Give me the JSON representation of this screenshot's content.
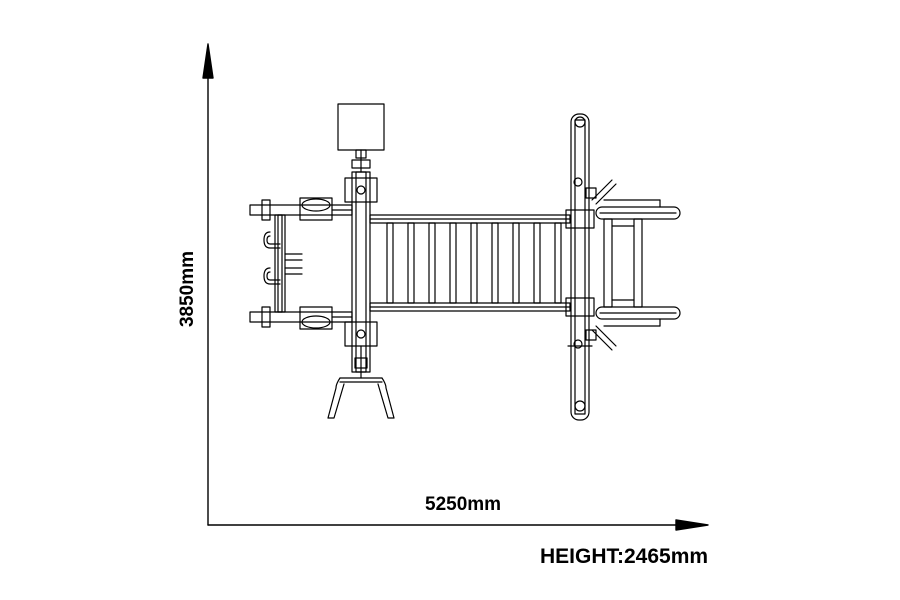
{
  "drawing": {
    "dimensions": {
      "width": "5250mm",
      "depth": "3850mm",
      "height": "HEIGHT:2465mm"
    },
    "line_color": "#000000",
    "background": "#ffffff"
  }
}
